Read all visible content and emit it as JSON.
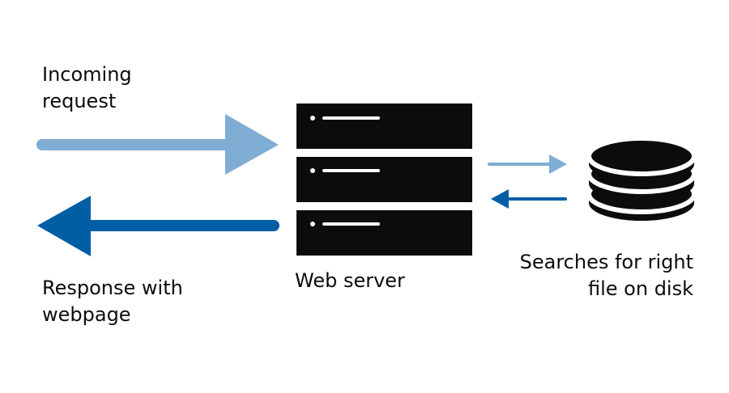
{
  "labels": {
    "incoming": [
      "Incoming",
      "request"
    ],
    "response": [
      "Response with",
      "webpage"
    ],
    "server": "Web server",
    "disk": [
      "Searches for right",
      "file on disk"
    ]
  },
  "colors": {
    "request_arrow": "#7fadd4",
    "response_arrow": "#005ea5",
    "ink": "#0b0c0c",
    "background": "#ffffff"
  },
  "icons": {
    "server": "server-rack-icon",
    "disk": "database-icon"
  }
}
